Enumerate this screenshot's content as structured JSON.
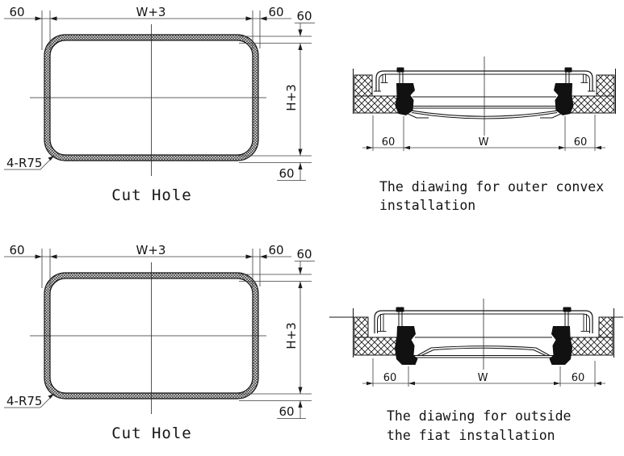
{
  "sheet": {
    "title": "window cut hole and installation drawings",
    "colors": {
      "background": "#ffffff",
      "line": "#141414",
      "dim_line": "#3c3c3c"
    }
  },
  "cut_hole": {
    "caption": "Cut Hole",
    "dim_margin_left": "60",
    "dim_width": "W+3",
    "dim_margin_right": "60",
    "dim_frame_top": "60",
    "dim_height": "H+3",
    "dim_frame_bottom": "60",
    "corner_radius_label": "4-R75"
  },
  "outer_convex": {
    "caption_line1": "The diawing for outer convex",
    "caption_line2": "installation",
    "dim_left": "60",
    "dim_width": "W",
    "dim_right": "60"
  },
  "outside_flat": {
    "caption_line1": "The diawing for outside",
    "caption_line2": "the fiat installation",
    "dim_left": "60",
    "dim_width": "W",
    "dim_right": "60"
  }
}
